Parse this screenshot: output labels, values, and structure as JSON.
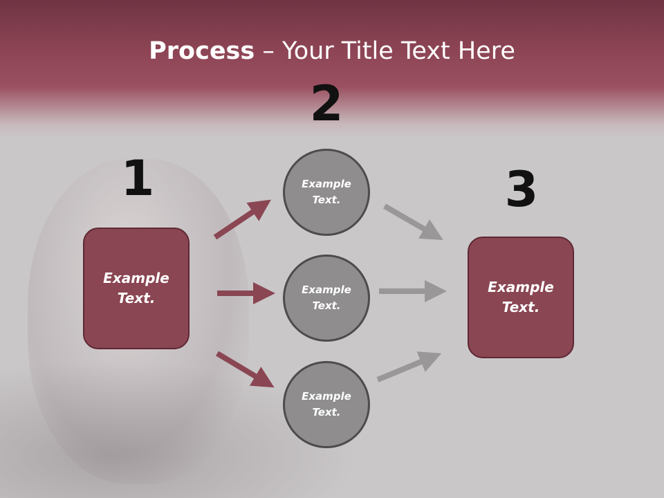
{
  "title": {
    "bold": "Process",
    "rest": " – Your Title Text Here"
  },
  "colors": {
    "header": "#8c4454",
    "box_fill": "#8a4653",
    "circle_fill": "#8f8d8e",
    "arrow_left": "#8a4653",
    "arrow_right": "#999797"
  },
  "steps": [
    {
      "number": "1",
      "label": "Example\nText."
    },
    {
      "number": "2"
    },
    {
      "number": "3",
      "label": "Example\nText."
    }
  ],
  "circles": [
    {
      "label": "Example\nText."
    },
    {
      "label": "Example\nText."
    },
    {
      "label": "Example\nText."
    }
  ]
}
